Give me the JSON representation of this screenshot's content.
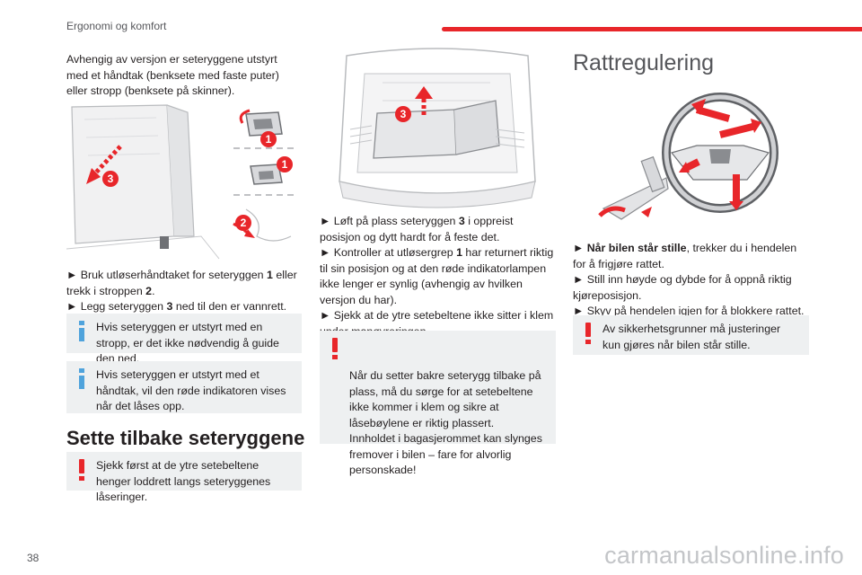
{
  "header": {
    "section_title": "Ergonomi og komfort"
  },
  "page_number": "38",
  "watermark": "carmanualsonline.info",
  "col1": {
    "intro": "Avhengig av versjon er seteryggene utstyrt med et håndtak (benksete med faste puter) eller stropp (benksete på skinner).",
    "step1_pre": "► Bruk utløserhåndtaket for seteryggen ",
    "step1_b1": "1",
    "step1_mid": " eller trekk i stroppen ",
    "step1_b2": "2",
    "step1_end": ".",
    "step2_pre": "► Legg seteryggen ",
    "step2_b": "3",
    "step2_end": " ned til den er vannrett.",
    "info1": "Hvis seteryggen er utstyrt med en stropp, er det ikke nødvendig å guide den ned.",
    "info2": "Hvis seteryggen er utstyrt med et håndtak, vil den røde indikatoren vises når det låses opp.",
    "heading": "Sette tilbake seteryggene",
    "warn": "Sjekk først at de ytre setebeltene henger loddrett langs seteryggenes låseringer.",
    "markers": [
      "1",
      "1",
      "2",
      "3"
    ]
  },
  "col2": {
    "step1_pre": "► Løft på plass seteryggen ",
    "step1_b": "3",
    "step1_end": " i oppreist posisjon og dytt hardt for å feste det.",
    "step2_pre": "► Kontroller at utløsergrep ",
    "step2_b": "1",
    "step2_end": " har returnert riktig til sin posisjon og at den røde indikatorlampen ikke lenger er synlig (avhengig av hvilken versjon du har).",
    "step3": "► Sjekk at de ytre setebeltene ikke sitter i klem under manøvreringen.",
    "warn": "Når du setter bakre seterygg tilbake på plass, må du sørge for at setebeltene ikke kommer i klem og sikre at låsebøylene er riktig plassert.\nInnholdet i bagasjerommet kan slynges fremover i bilen – fare for alvorlig personskade!",
    "marker": "3"
  },
  "col3": {
    "heading": "Rattregulering",
    "step1_b": "► Når bilen står stille",
    "step1_end": ", trekker du i hendelen for å frigjøre rattet.",
    "step2": "► Still inn høyde og dybde for å oppnå riktig kjøreposisjon.",
    "step3": "► Skyv på hendelen igjen for å blokkere rattet.",
    "warn": "Av sikkerhetsgrunner må justeringer kun gjøres når bilen står stille."
  },
  "colors": {
    "accent_red": "#e8262a",
    "info_blue": "#4fa3dc",
    "note_bg": "#eef0f1"
  }
}
